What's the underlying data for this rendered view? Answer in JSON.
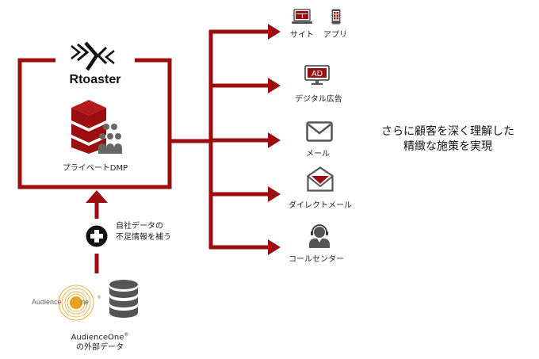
{
  "colors": {
    "accent": "#9b0d0f",
    "icon_gray": "#555555",
    "audience_orange": "#e8a020"
  },
  "platform": {
    "brand_name": "Rtoaster",
    "logo_icon": "chevrons-icon",
    "dmp_icon": "database-with-people-icon",
    "dmp_label": "プライベートDMP"
  },
  "external": {
    "plus_icon": "plus-circle-icon",
    "note_line1": "自社データの",
    "note_line2": "不足情報を補う",
    "logo_text_left": "Audience",
    "logo_text_right": "ne",
    "logo_registered": "®",
    "db_icon": "database-icon",
    "label_line1": "AudienceOne",
    "label_registered": "®",
    "label_line2": "の外部データ"
  },
  "channels": [
    {
      "id": "site-app",
      "icon": "laptop-and-smartphone-icon",
      "label_a": "サイト",
      "label_b": "アプリ"
    },
    {
      "id": "digital-ad",
      "icon": "monitor-ad-icon",
      "icon_text": "AD",
      "label": "デジタル広告"
    },
    {
      "id": "mail",
      "icon": "envelope-icon",
      "label": "メール"
    },
    {
      "id": "direct-mail",
      "icon": "open-envelope-icon",
      "label": "ダイレクトメール"
    },
    {
      "id": "call-center",
      "icon": "headset-operator-icon",
      "label": "コールセンター"
    }
  ],
  "outcome": {
    "line1": "さらに顧客を深く理解した",
    "line2": "精緻な施策を実現"
  }
}
